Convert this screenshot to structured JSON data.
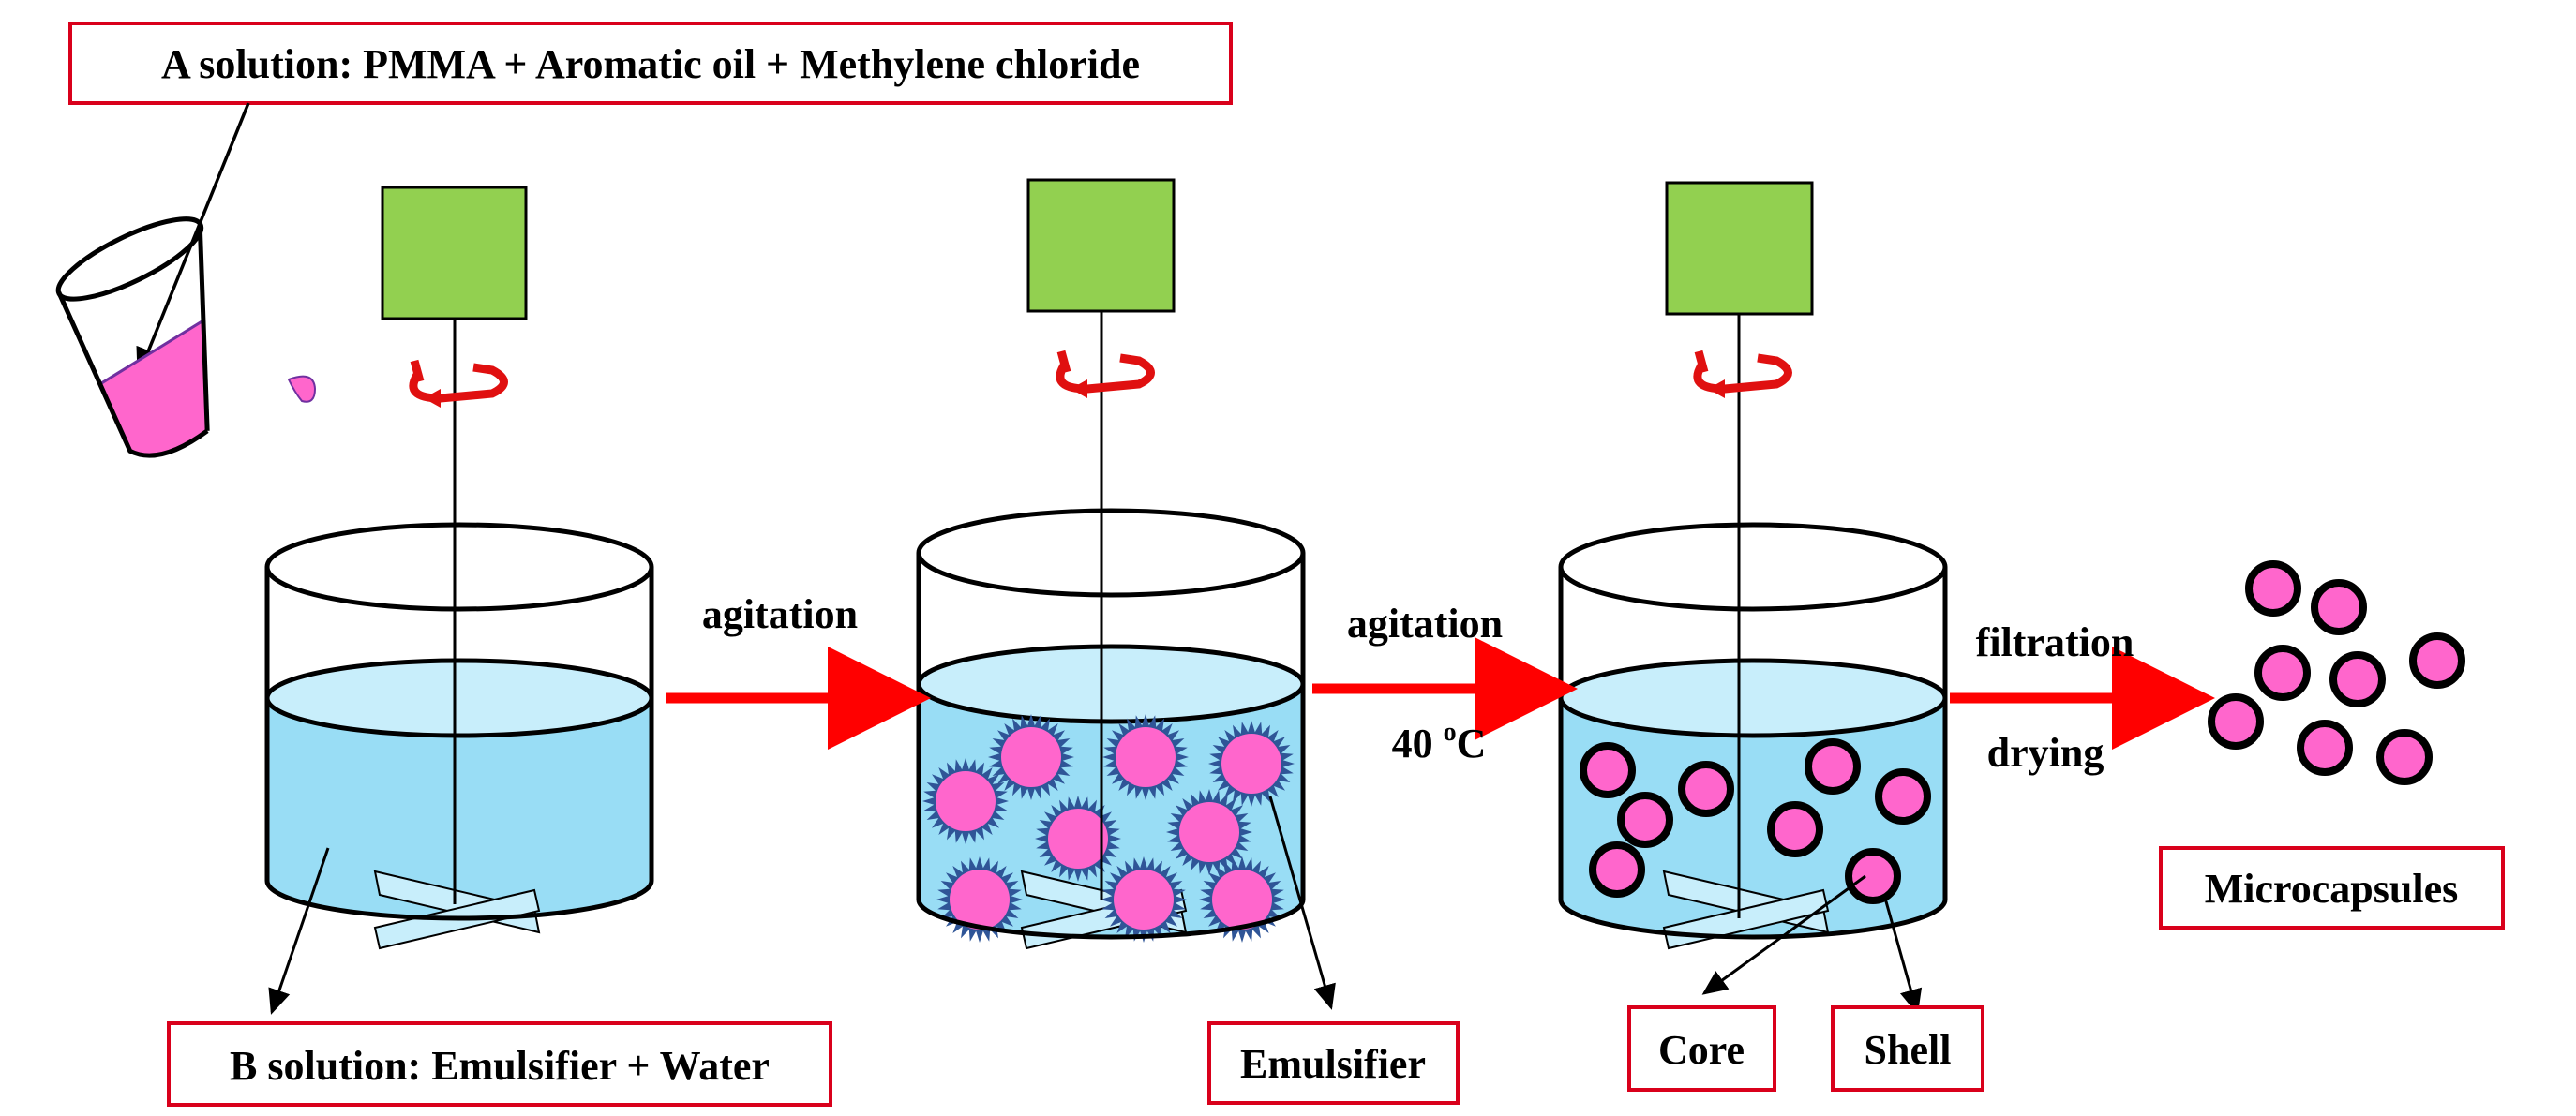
{
  "labels": {
    "a_solution": "A solution: PMMA + Aromatic oil + Methylene chloride",
    "b_solution": "B solution: Emulsifier + Water",
    "emulsifier": "Emulsifier",
    "core": "Core",
    "shell": "Shell",
    "microcapsules": "Microcapsules"
  },
  "steps": {
    "step1_top": "agitation",
    "step2_top": "agitation",
    "step2_bottom_value": "40 ",
    "step2_bottom_sup": "o",
    "step2_bottom_unit": "C",
    "step3_top": "filtration",
    "step3_bottom": "drying"
  },
  "colors": {
    "motor": "#92d050",
    "arrow": "#ff0000",
    "liquid": "#99ddf5",
    "liquid_surface": "#c8eefb",
    "droplet": "#ff66cc",
    "droplet_spike": "#2f5597",
    "label_border": "#d9001b"
  }
}
